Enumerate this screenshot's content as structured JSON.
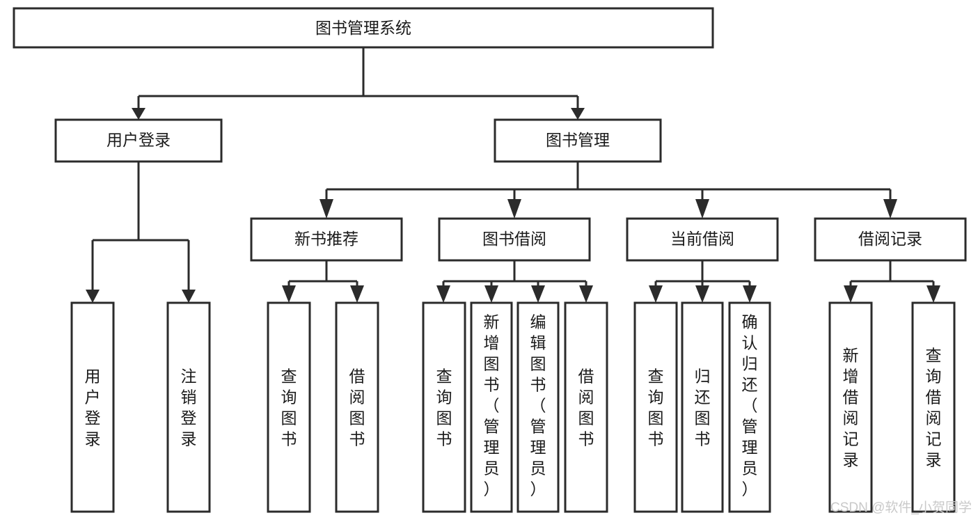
{
  "diagram": {
    "title": "图书管理系统",
    "type": "tree",
    "root": {
      "id": "root",
      "label": "图书管理系统"
    },
    "level2": [
      {
        "id": "user-login",
        "label": "用户登录"
      },
      {
        "id": "book-manage",
        "label": "图书管理"
      }
    ],
    "level3": [
      {
        "id": "new-book-rec",
        "label": "新书推荐"
      },
      {
        "id": "book-borrow",
        "label": "图书借阅"
      },
      {
        "id": "current-borrow",
        "label": "当前借阅"
      },
      {
        "id": "borrow-record",
        "label": "借阅记录"
      }
    ],
    "leaves": [
      {
        "id": "leaf-user-login",
        "label": "用户登录",
        "parent": "user-login"
      },
      {
        "id": "leaf-logout",
        "label": "注销登录",
        "parent": "user-login"
      },
      {
        "id": "leaf-query-book-1",
        "label": "查询图书",
        "parent": "new-book-rec"
      },
      {
        "id": "leaf-borrow-book-1",
        "label": "借阅图书",
        "parent": "new-book-rec"
      },
      {
        "id": "leaf-query-book-2",
        "label": "查询图书",
        "parent": "book-borrow"
      },
      {
        "id": "leaf-add-book",
        "label": "新增图书（管理员）",
        "parent": "book-borrow"
      },
      {
        "id": "leaf-edit-book",
        "label": "编辑图书（管理员）",
        "parent": "book-borrow"
      },
      {
        "id": "leaf-borrow-book-2",
        "label": "借阅图书",
        "parent": "book-borrow"
      },
      {
        "id": "leaf-query-book-3",
        "label": "查询图书",
        "parent": "current-borrow"
      },
      {
        "id": "leaf-return-book",
        "label": "归还图书",
        "parent": "current-borrow"
      },
      {
        "id": "leaf-confirm-return",
        "label": "确认归还（管理员）",
        "parent": "current-borrow"
      },
      {
        "id": "leaf-add-record",
        "label": "新增借阅记录",
        "parent": "borrow-record"
      },
      {
        "id": "leaf-query-record",
        "label": "查询借阅记录",
        "parent": "borrow-record"
      }
    ],
    "colors": {
      "stroke": "#2b2b2b",
      "fill": "#ffffff",
      "text": "#1a1a1a",
      "watermark": "#c9c9c9"
    }
  },
  "watermark": {
    "text": "CSDN @软件_小贺同学"
  }
}
